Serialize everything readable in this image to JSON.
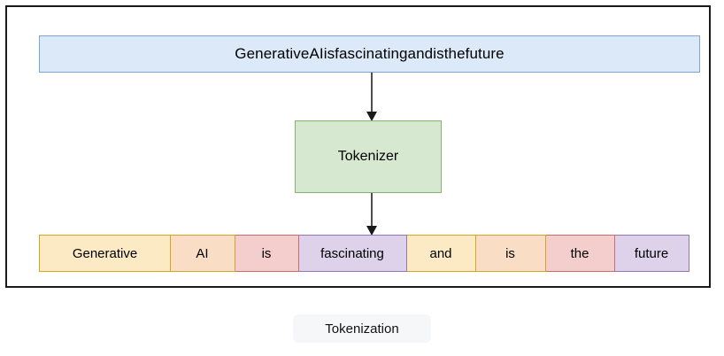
{
  "diagram": {
    "caption": "Tokenization",
    "input": {
      "text": "GenerativeAIisfascinatingandisthefuture",
      "fill": "#dce9f9",
      "stroke": "#7ba3d6"
    },
    "process": {
      "label": "Tokenizer",
      "fill": "#d6e8cf",
      "stroke": "#86b06e"
    },
    "arrows": [
      {
        "name": "input-to-tokenizer",
        "color": "#4d4d4d"
      },
      {
        "name": "tokenizer-to-tokens",
        "color": "#4d4d4d"
      }
    ],
    "tokens": [
      {
        "text": "Generative",
        "width": 149,
        "fill": "#fbeac4",
        "stroke": "#d9a520"
      },
      {
        "text": "AI",
        "width": 74,
        "fill": "#f9ddc4",
        "stroke": "#d9a520"
      },
      {
        "text": "is",
        "width": 74,
        "fill": "#f4cdcd",
        "stroke": "#d26a6a"
      },
      {
        "text": "fascinating",
        "width": 123,
        "fill": "#ded2ea",
        "stroke": "#9575b8"
      },
      {
        "text": "and",
        "width": 80,
        "fill": "#fbeac4",
        "stroke": "#d9a520"
      },
      {
        "text": "is",
        "width": 80,
        "fill": "#f9ddc4",
        "stroke": "#d9a520"
      },
      {
        "text": "the",
        "width": 80,
        "fill": "#f4cdcd",
        "stroke": "#d26a6a"
      },
      {
        "text": "future",
        "width": 85,
        "fill": "#ded2ea",
        "stroke": "#9575b8"
      }
    ]
  }
}
